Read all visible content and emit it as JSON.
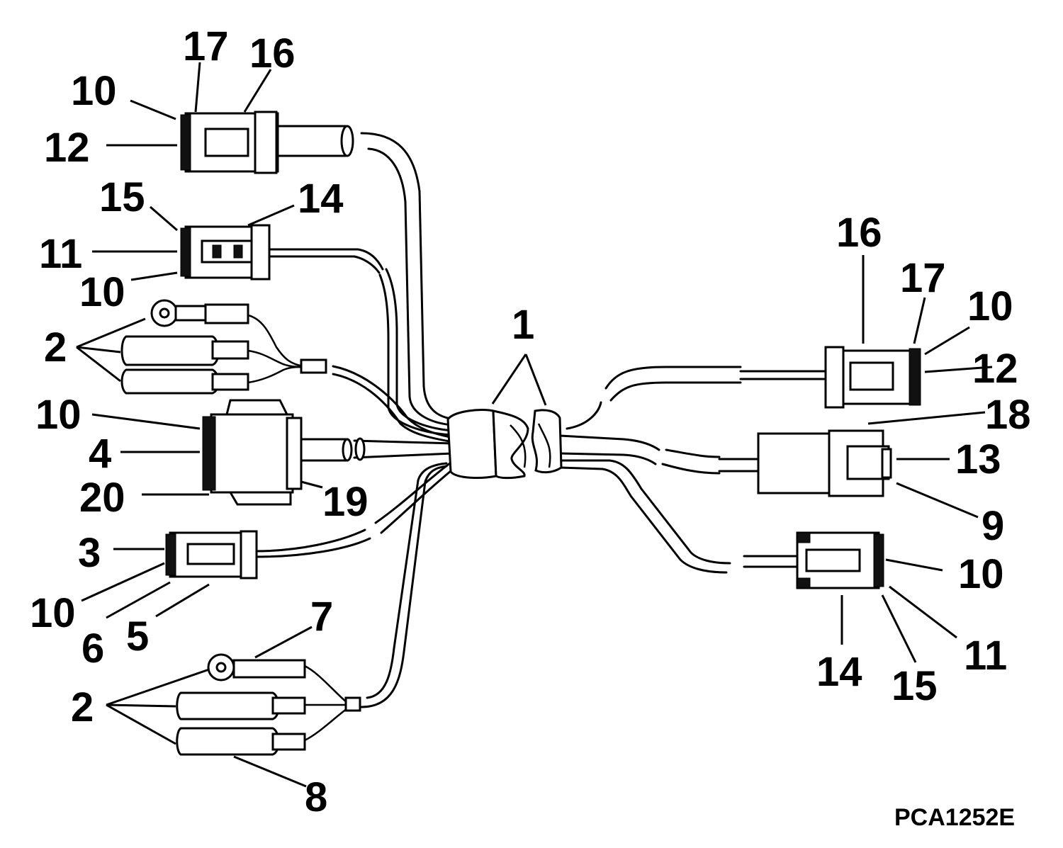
{
  "figure_id": "PCA1252E",
  "callouts": [
    {
      "id": "c1",
      "text": "1"
    },
    {
      "id": "c2a",
      "text": "2"
    },
    {
      "id": "c2b",
      "text": "2"
    },
    {
      "id": "c3",
      "text": "3"
    },
    {
      "id": "c4",
      "text": "4"
    },
    {
      "id": "c5",
      "text": "5"
    },
    {
      "id": "c6",
      "text": "6"
    },
    {
      "id": "c7",
      "text": "7"
    },
    {
      "id": "c8",
      "text": "8"
    },
    {
      "id": "c9",
      "text": "9"
    },
    {
      "id": "c10a",
      "text": "10"
    },
    {
      "id": "c10b",
      "text": "10"
    },
    {
      "id": "c10c",
      "text": "10"
    },
    {
      "id": "c10d",
      "text": "10"
    },
    {
      "id": "c10e",
      "text": "10"
    },
    {
      "id": "c10f",
      "text": "10"
    },
    {
      "id": "c11a",
      "text": "11"
    },
    {
      "id": "c11b",
      "text": "11"
    },
    {
      "id": "c12a",
      "text": "12"
    },
    {
      "id": "c12b",
      "text": "12"
    },
    {
      "id": "c13",
      "text": "13"
    },
    {
      "id": "c14a",
      "text": "14"
    },
    {
      "id": "c14b",
      "text": "14"
    },
    {
      "id": "c15a",
      "text": "15"
    },
    {
      "id": "c15b",
      "text": "15"
    },
    {
      "id": "c16a",
      "text": "16"
    },
    {
      "id": "c16b",
      "text": "16"
    },
    {
      "id": "c17a",
      "text": "17"
    },
    {
      "id": "c17b",
      "text": "17"
    },
    {
      "id": "c18",
      "text": "18"
    },
    {
      "id": "c19",
      "text": "19"
    },
    {
      "id": "c20",
      "text": "20"
    }
  ]
}
